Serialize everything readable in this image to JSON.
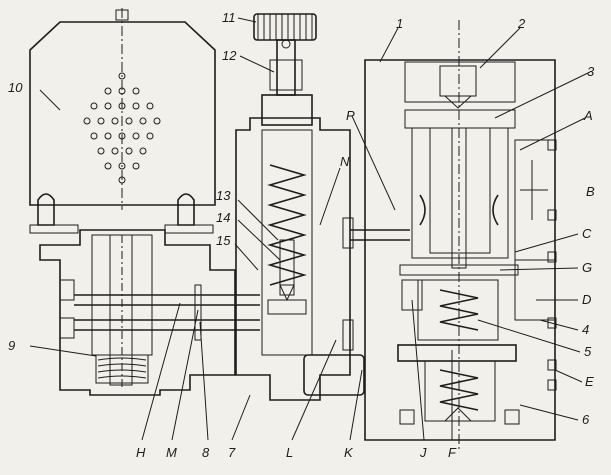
{
  "labels": {
    "n1": "1",
    "n2": "2",
    "n3": "3",
    "n4": "4",
    "n5": "5",
    "n6": "6",
    "n7": "7",
    "n8": "8",
    "n9": "9",
    "n10": "10",
    "n11": "11",
    "n12": "12",
    "n13": "13",
    "n14": "14",
    "n15": "15",
    "A": "A",
    "B": "B",
    "C": "C",
    "D": "D",
    "E": "E",
    "F": "F",
    "G": "G",
    "H": "H",
    "J": "J",
    "K": "K",
    "L": "L",
    "M": "M",
    "N": "N",
    "P": "P"
  }
}
